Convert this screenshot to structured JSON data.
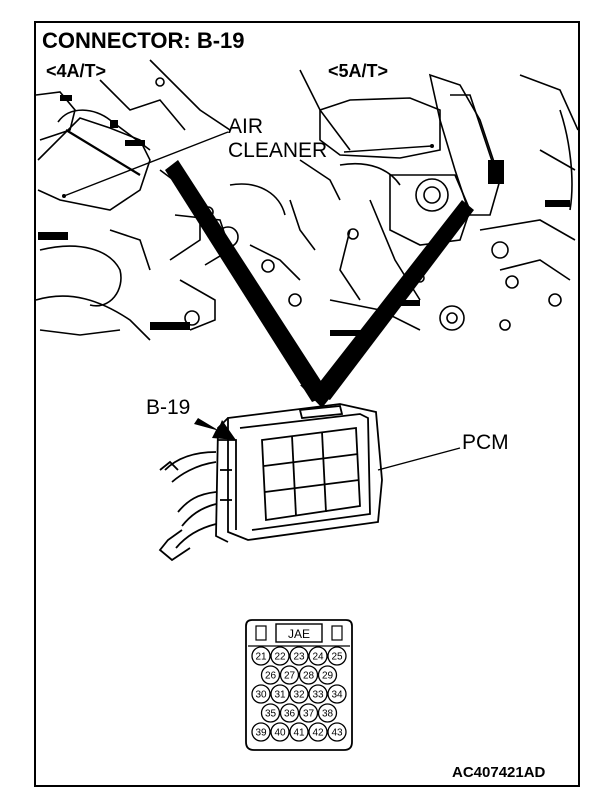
{
  "title": "CONNECTOR: B-19",
  "variant_left": "<4A/T>",
  "variant_right": "<5A/T>",
  "label_air_cleaner_line1": "AIR",
  "label_air_cleaner_line2": "CLEANER",
  "label_connector": "B-19",
  "label_pcm": "PCM",
  "connector_maker": "JAE",
  "pin_rows": [
    [
      "21",
      "22",
      "23",
      "24",
      "25"
    ],
    [
      "26",
      "27",
      "28",
      "29"
    ],
    [
      "30",
      "31",
      "32",
      "33",
      "34"
    ],
    [
      "35",
      "36",
      "37",
      "38"
    ],
    [
      "39",
      "40",
      "41",
      "42",
      "43"
    ]
  ],
  "figure_code": "AC407421AD"
}
